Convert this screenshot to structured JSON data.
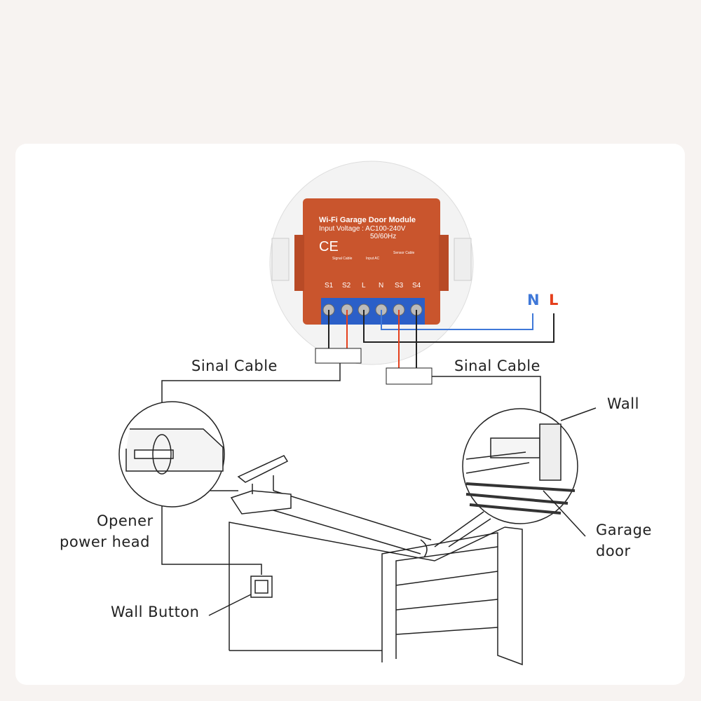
{
  "module": {
    "title": "Wi-Fi Garage Door Module",
    "voltage": "Input Voltage : AC100-240V",
    "freq": "50/60Hz",
    "ce": "CE",
    "signal_cable": "Signal Cable",
    "input_ac": "Input AC",
    "sensor_cable": "Sensor Cable",
    "terminals": [
      "S1",
      "S2",
      "L",
      "N",
      "S3",
      "S4"
    ]
  },
  "power": {
    "n": "N",
    "l": "L"
  },
  "labels": {
    "sinal_left": "Sinal Cable",
    "sinal_right": "Sinal Cable",
    "wall": "Wall",
    "opener_l1": "Opener",
    "opener_l2": "power head",
    "garage_l1": "Garage",
    "garage_l2": "door",
    "wall_button": "Wall Button"
  },
  "colors": {
    "module": "#c9552d",
    "terminal": "#2b5fc8",
    "neutral": "#3f78d8",
    "live": "#e5401d"
  }
}
